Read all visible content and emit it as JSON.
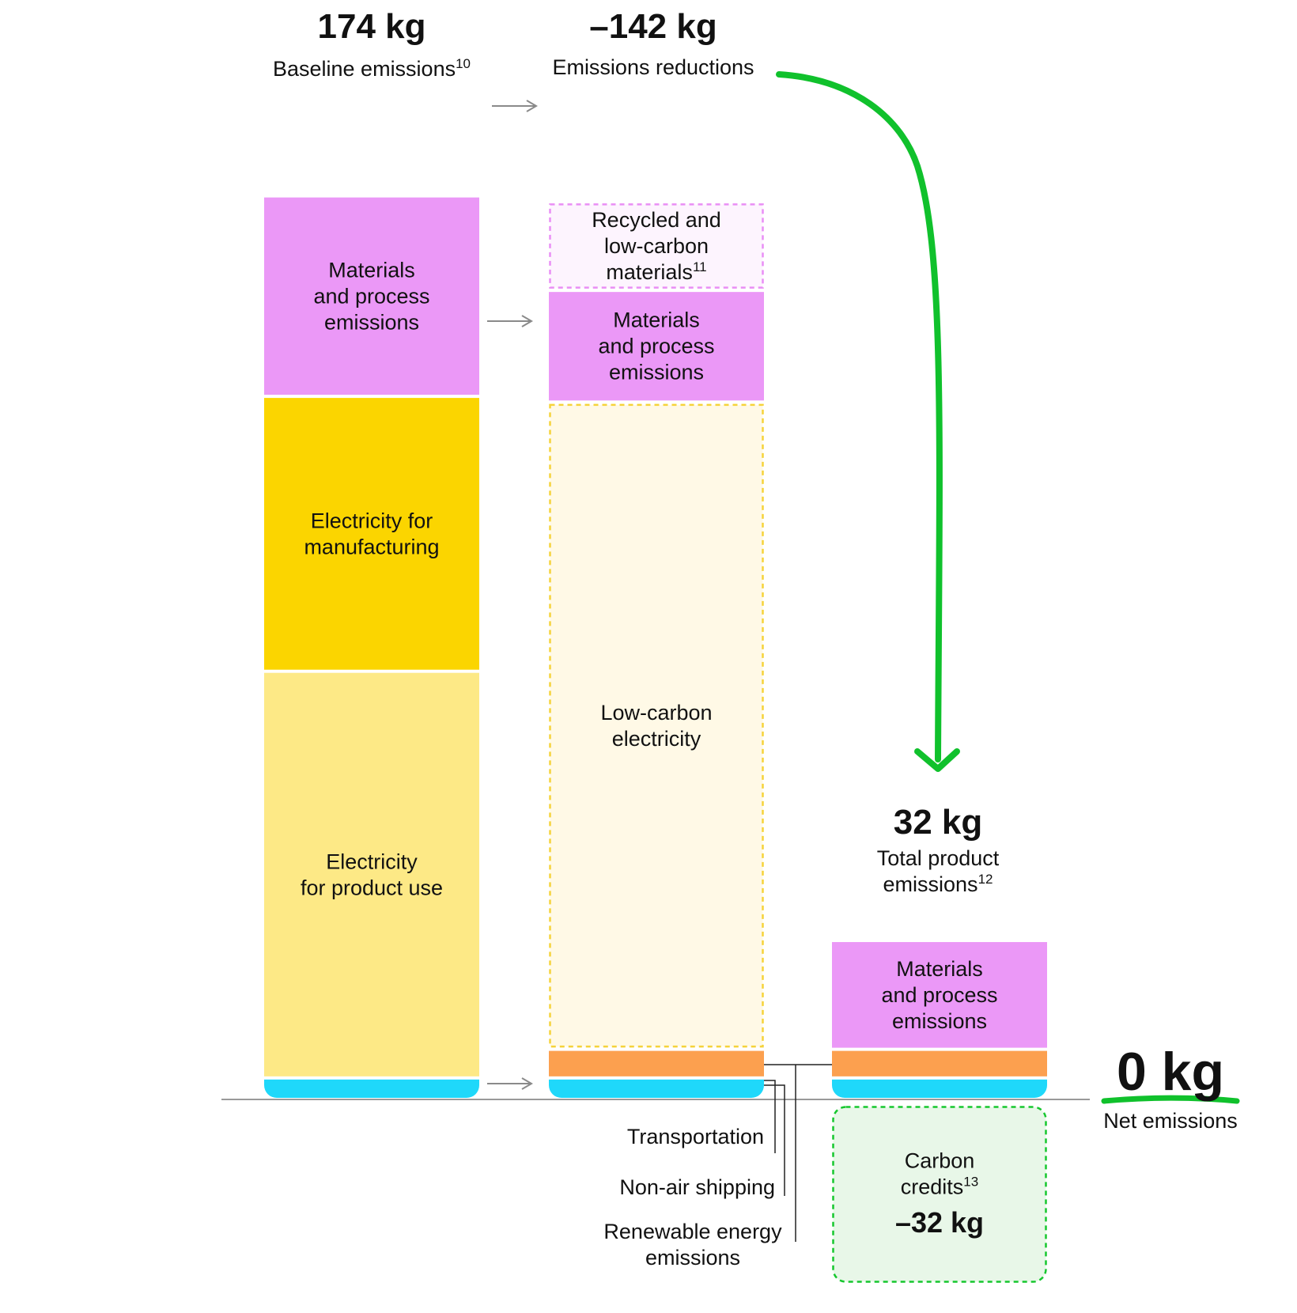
{
  "chart_data": {
    "type": "bar",
    "colors": {
      "materials": "#EB98F7",
      "materials_reduction_fill": "#FDF4FE",
      "materials_reduction_border": "#E98EF5",
      "elec_manufacturing": "#FBD500",
      "elec_product_use": "#FDE986",
      "low_carbon_fill": "#FFF9E6",
      "low_carbon_border": "#F5D33A",
      "transport": "#FCA04F",
      "renewable": "#1FD8FA",
      "credits_fill": "#E8F7E8",
      "credits_border": "#16C72E",
      "arrow_green": "#10C12C",
      "axis": "#9A9A9A"
    },
    "columns": [
      {
        "id": "baseline",
        "value_label": "174 kg",
        "title": "Baseline emissions",
        "title_sup": "10",
        "segments": [
          {
            "id": "base-renewable",
            "value": 3.2,
            "color": "renewable",
            "label": ""
          },
          {
            "id": "base-elec-use",
            "value": 71.0,
            "color": "elec_product_use",
            "label": "Electricity\nfor product use"
          },
          {
            "id": "base-elec-mfg",
            "value": 48.0,
            "color": "elec_manufacturing",
            "label": "Electricity for\nmanufacturing"
          },
          {
            "id": "base-materials",
            "value": 35.0,
            "color": "materials",
            "label": "Materials\nand process\nemissions"
          }
        ]
      },
      {
        "id": "reductions",
        "value_label": "–142 kg",
        "title": "Emissions reductions",
        "title_sup": "",
        "segments": [
          {
            "id": "red-renewable",
            "value": 3.2,
            "color": "renewable",
            "label": "",
            "dashed": false
          },
          {
            "id": "red-transport",
            "value": 5.0,
            "color": "transport",
            "label": "",
            "dashed": false
          },
          {
            "id": "red-low-carbon",
            "value": 113.0,
            "color": "low_carbon_fill",
            "border": "low_carbon_border",
            "label": "Low-carbon\nelectricity",
            "dashed": true
          },
          {
            "id": "red-materials",
            "value": 19.5,
            "color": "materials",
            "label": "Materials\nand process\nemissions",
            "dashed": false
          },
          {
            "id": "red-recycled",
            "value": 15.5,
            "color": "materials_reduction_fill",
            "border": "materials_reduction_border",
            "label": "Recycled and\nlow-carbon\nmaterials",
            "label_sup": "11",
            "dashed": true
          }
        ]
      },
      {
        "id": "total",
        "value_label": "32 kg",
        "title": "Total product\nemissions",
        "title_sup": "12",
        "segments": [
          {
            "id": "tot-renewable",
            "value": 3.2,
            "color": "renewable",
            "label": ""
          },
          {
            "id": "tot-transport",
            "value": 5.0,
            "color": "transport",
            "label": ""
          },
          {
            "id": "tot-materials",
            "value": 19.0,
            "color": "materials",
            "label": "Materials\nand process\nemissions"
          }
        ],
        "below": {
          "label": "Carbon\ncredits",
          "label_sup": "13",
          "value_label": "–32 kg",
          "value": -32
        }
      }
    ],
    "net": {
      "value_label": "0 kg",
      "label": "Net emissions"
    },
    "callouts": [
      {
        "id": "transportation",
        "label": "Transportation"
      },
      {
        "id": "non-air-shipping",
        "label": "Non-air shipping"
      },
      {
        "id": "renewable-energy",
        "label": "Renewable energy\nemissions"
      }
    ]
  }
}
